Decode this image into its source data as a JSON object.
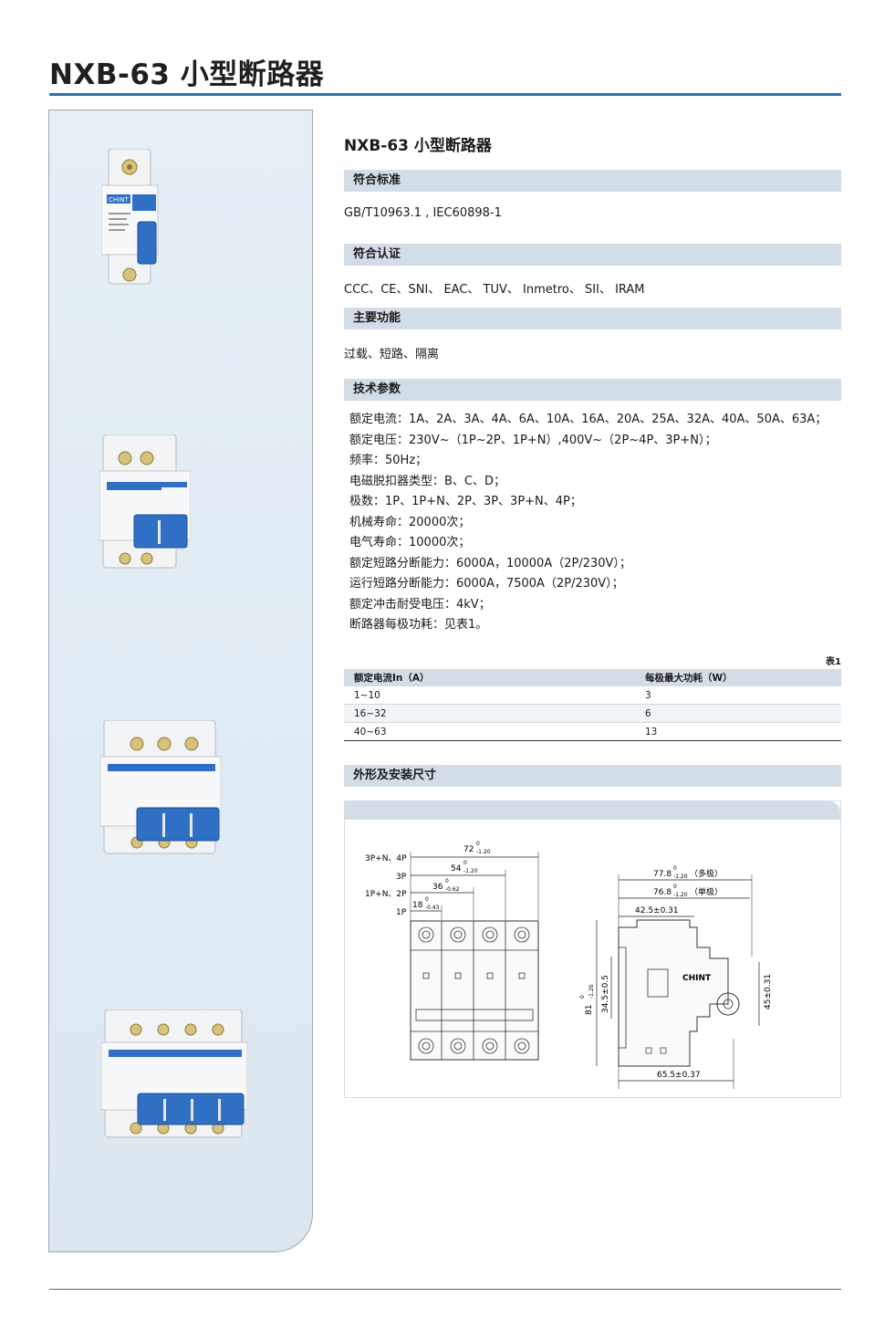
{
  "page": {
    "title": "NXB-63 小型断路器"
  },
  "product": {
    "title": "NXB-63 小型断路器"
  },
  "sections": {
    "standards": {
      "heading": "符合标准",
      "text": "GB/T10963.1 , IEC60898-1"
    },
    "certs": {
      "heading": "符合认证",
      "text": "CCC、CE、SNI、 EAC、 TUV、 Inmetro、 SII、 IRAM"
    },
    "functions": {
      "heading": "主要功能",
      "text": "过载、短路、隔离"
    },
    "tech": {
      "heading": "技术参数",
      "items": [
        "额定电流：1A、2A、3A、4A、6A、10A、16A、20A、25A、32A、40A、50A、63A；",
        "额定电压：230V~（1P~2P、1P+N）,400V~（2P~4P、3P+N）；",
        "频率：50Hz；",
        "电磁脱扣器类型：B、C、D；",
        "极数：1P、1P+N、2P、3P、3P+N、4P；",
        "机械寿命：20000次；",
        "电气寿命：10000次；",
        "额定短路分断能力：6000A，10000A（2P/230V）；",
        "运行短路分断能力：6000A，7500A（2P/230V）；",
        "额定冲击耐受电压：4kV；",
        "断路器每极功耗：见表1。"
      ]
    },
    "dimensions": {
      "heading": "外形及安装尺寸"
    }
  },
  "table1": {
    "caption": "表1",
    "headers": [
      "额定电流In（A）",
      "每极最大功耗（W）"
    ],
    "rows": [
      [
        "1~10",
        "3"
      ],
      [
        "16~32",
        "6"
      ],
      [
        "40~63",
        "13"
      ]
    ]
  },
  "brand": {
    "logo": "CHINT"
  },
  "drawing": {
    "front": {
      "pole_labels": [
        "3P+N、4P",
        "3P",
        "1P+N、2P",
        "1P"
      ],
      "widths": [
        "72",
        "54",
        "36",
        "18"
      ],
      "tol_upper": "0",
      "tol_lower": [
        "-1.20",
        "-1.20",
        "-0.62",
        "-0.43"
      ]
    },
    "side": {
      "dim_multi": "77.8",
      "dim_multi_tol": "-1.20",
      "dim_multi_note": "（多极）",
      "dim_single": "76.8",
      "dim_single_tol": "-1.20",
      "dim_single_note": "（单极）",
      "dim_top": "42.5±0.31",
      "dim_height": "81",
      "dim_height_tol": "-1.20",
      "dim_rail": "34.5±0.5",
      "dim_right": "45±0.31",
      "dim_bottom": "65.5±0.37",
      "tol_upper": "0"
    }
  },
  "colors": {
    "accent": "#2e6eb5",
    "bar": "#d3dde8",
    "handle": "#2f6fc4"
  }
}
